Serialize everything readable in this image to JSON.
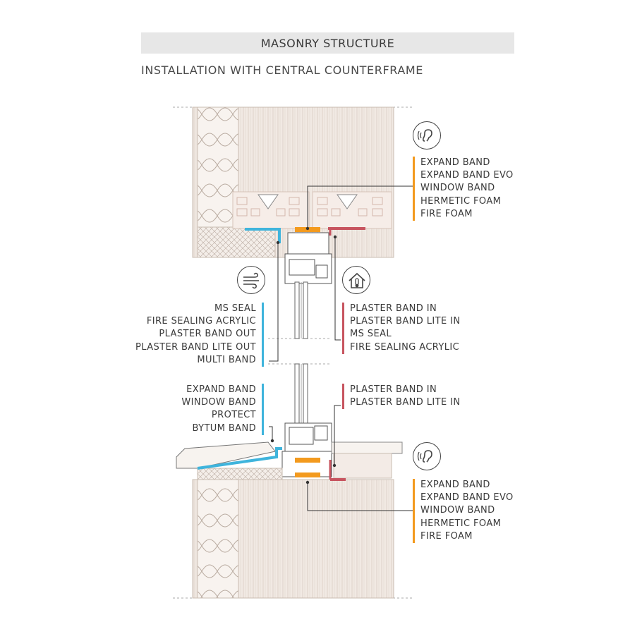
{
  "header": {
    "title": "MASONRY STRUCTURE",
    "subtitle": "INSTALLATION WITH CENTRAL COUNTERFRAME"
  },
  "colors": {
    "orange": "#f39a1e",
    "blue": "#3fb4dc",
    "red": "#c7545f",
    "wall": "#f1e9e3",
    "insulation": "#f7f1ec",
    "title_bg": "#e7e7e7"
  },
  "icons": {
    "acoustic_top": "ear-sound-icon",
    "wind": "wind-icon",
    "house": "house-thermometer-icon",
    "acoustic_bottom": "ear-sound-icon"
  },
  "labels": {
    "top_right": [
      "EXPAND BAND",
      "EXPAND BAND EVO",
      "WINDOW BAND",
      "HERMETIC FOAM",
      "FIRE FOAM"
    ],
    "mid_left": [
      "MS SEAL",
      "FIRE SEALING ACRYLIC",
      "PLASTER BAND OUT",
      "PLASTER BAND LITE OUT",
      "MULTI BAND"
    ],
    "mid_right": [
      "PLASTER BAND IN",
      "PLASTER BAND LITE IN",
      "MS SEAL",
      "FIRE SEALING ACRYLIC"
    ],
    "lower_left": [
      "EXPAND BAND",
      "WINDOW BAND",
      "PROTECT",
      "BYTUM BAND"
    ],
    "lower_right": [
      "PLASTER BAND IN",
      "PLASTER BAND LITE IN"
    ],
    "bottom_right": [
      "EXPAND BAND",
      "EXPAND BAND EVO",
      "WINDOW BAND",
      "HERMETIC FOAM",
      "FIRE FOAM"
    ]
  }
}
